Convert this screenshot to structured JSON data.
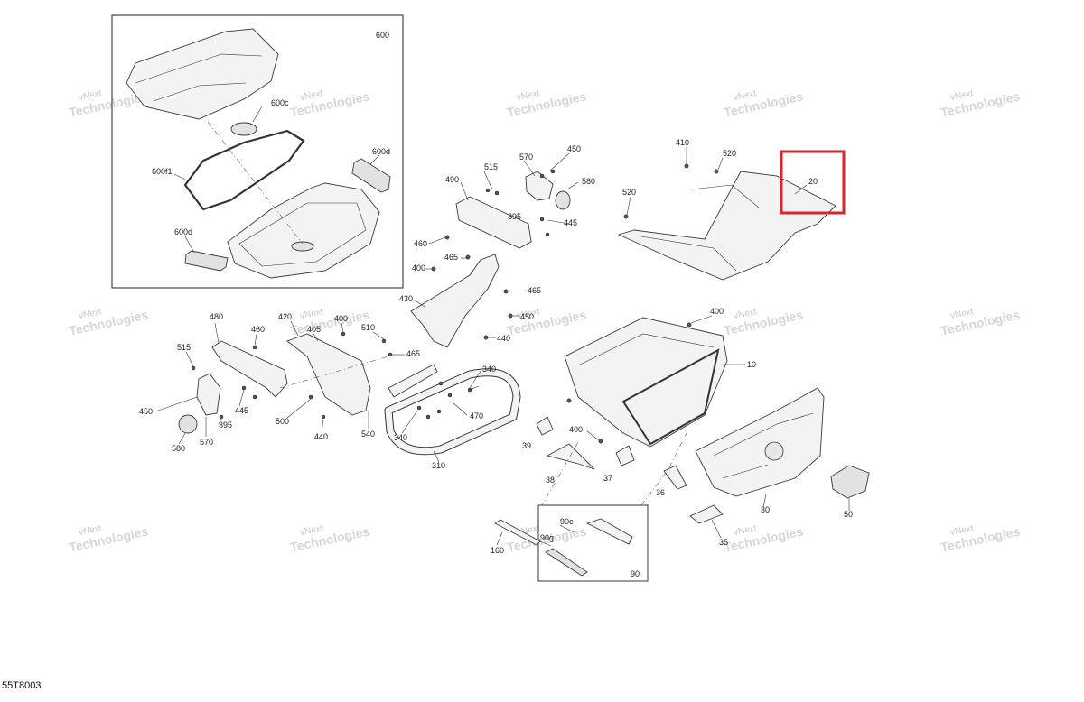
{
  "diagram_code": "55T8003",
  "watermark": {
    "line1": "vNext",
    "line2": "Technologies",
    "line_full": "vNext Technologies"
  },
  "callouts": {
    "c600": "600",
    "c600c": "600c",
    "c600d_top": "600d",
    "c600f1": "600f1",
    "c600d_bottom": "600d",
    "c490": "490",
    "c515_top": "515",
    "c570_top": "570",
    "c450_top": "450",
    "c580_top": "580",
    "c395_top": "395",
    "c445_top": "445",
    "c460_top": "460",
    "c465_top": "465",
    "c400_mid": "400",
    "c430": "430",
    "c465_mid": "465",
    "c450_mid": "450",
    "c440_mid": "440",
    "c410": "410",
    "c520_a": "520",
    "c520_b": "520",
    "c20": "20",
    "c480": "480",
    "c460_left": "460",
    "c420": "420",
    "c400_left": "400",
    "c405": "405",
    "c515_left": "515",
    "c510": "510",
    "c465_left": "465",
    "c445_left": "445",
    "c395_left": "395",
    "c450_left": "450",
    "c580_left": "580",
    "c570_left": "570",
    "c500": "500",
    "c440_left": "440",
    "c540": "540",
    "c340_a": "340",
    "c340_b": "340",
    "c470": "470",
    "c310": "310",
    "c400_right": "400",
    "c10": "10",
    "c400_box": "400",
    "c39": "39",
    "c38": "38",
    "c37": "37",
    "c36": "36",
    "c30": "30",
    "c50": "50",
    "c35": "35",
    "c160": "160",
    "c90c": "90c",
    "c90g": "90g",
    "c90": "90"
  },
  "colors": {
    "highlight": "#d9262c",
    "line": "#333333",
    "watermark": "#c9c9c9"
  }
}
